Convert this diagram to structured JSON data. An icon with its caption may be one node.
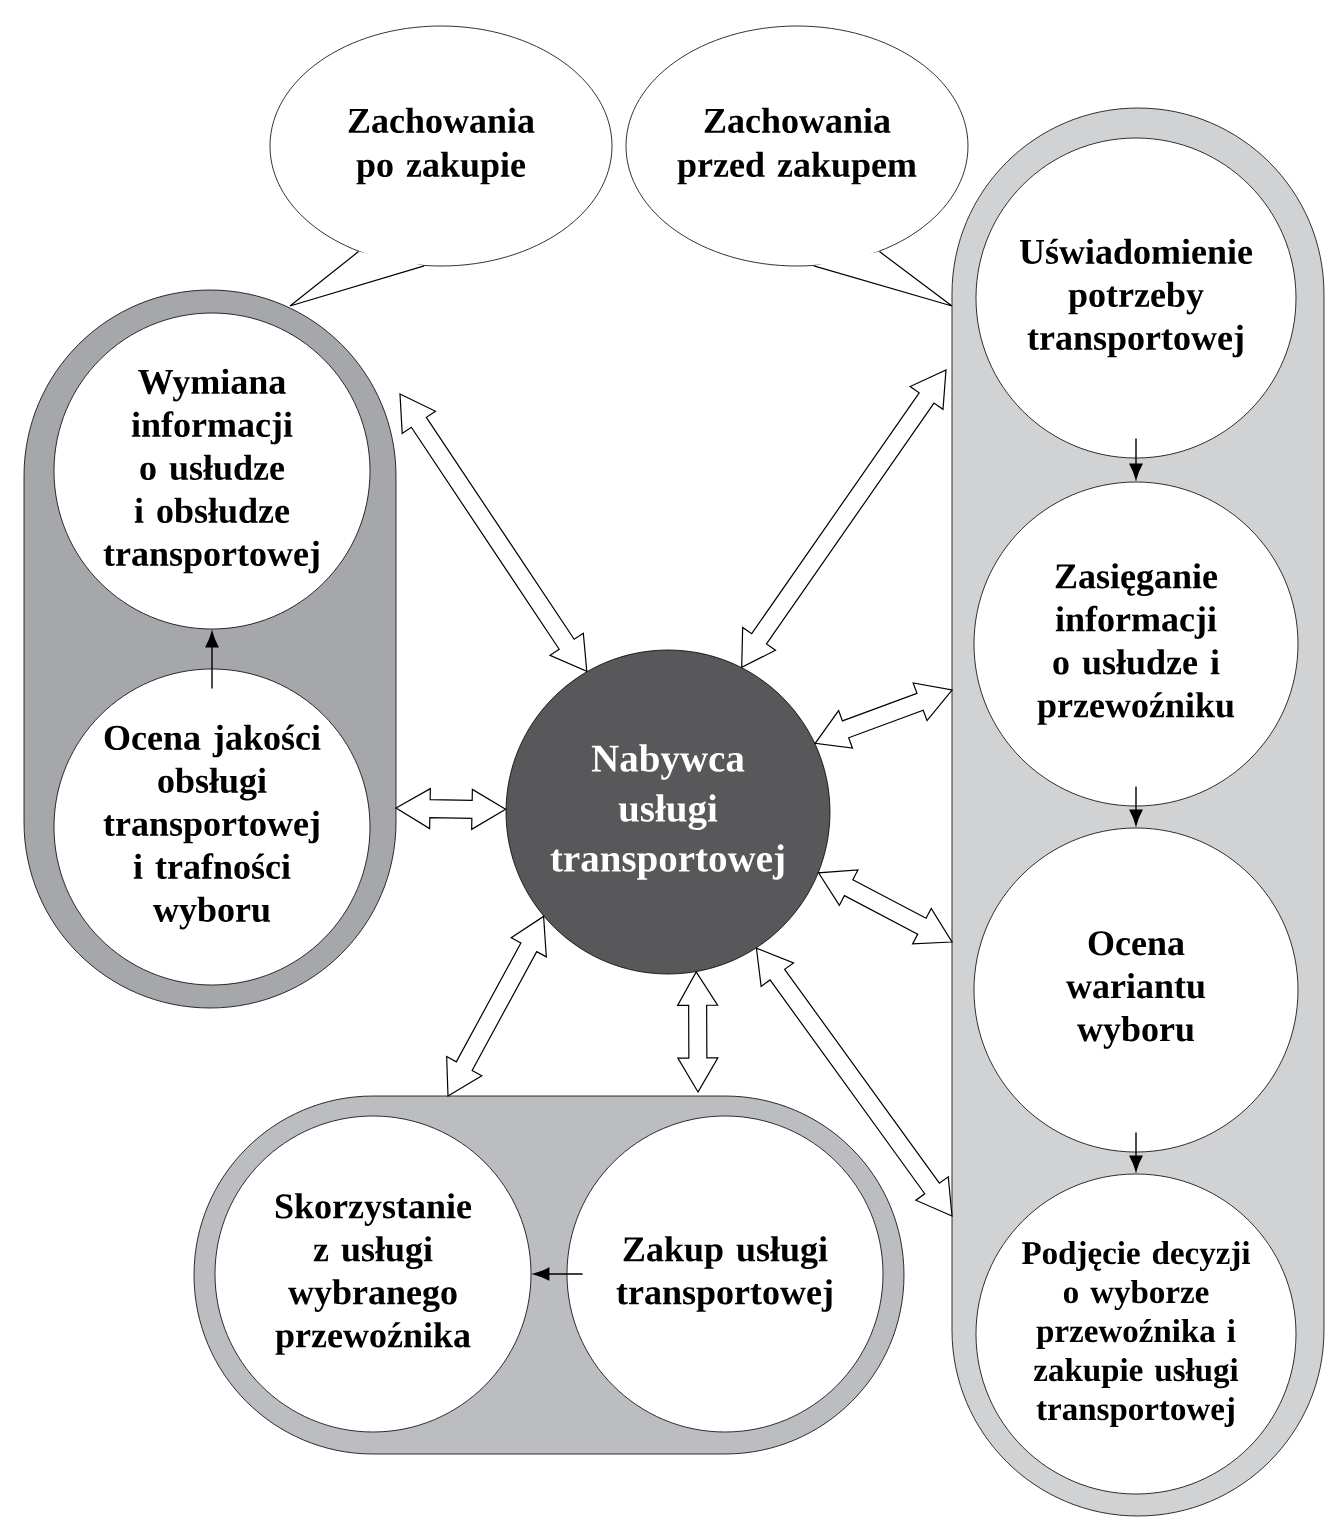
{
  "diagram": {
    "nodes": [
      {
        "text": [
          "Zachowania po zakupie"
        ]
      },
      {
        "text": [
          "Zachowania przed zakupem"
        ]
      },
      {
        "text": [],
        "shape": "capsule"
      },
      {
        "text": [
          "Wymiana informacji o usłudze i obsłudze transportowej"
        ],
        "in": 2
      },
      {
        "text": [
          "Ocena jakości obsługi transportowej i trafności wyboru"
        ],
        "in": 2
      },
      {
        "text": [
          "Nabywca usługi transportowej"
        ]
      },
      {
        "text": [],
        "shape": "capsule"
      },
      {
        "text": [
          "Uświadomienie potrzeby transportowej"
        ],
        "in": 6
      },
      {
        "text": [
          "Zasięganie informacji o usłudze i przewoźniku"
        ],
        "in": 6
      },
      {
        "text": [
          "Ocena wariantu wyboru"
        ],
        "in": 6
      },
      {
        "text": [
          "Podjęcie decyzji o wyborze przewoźnika i zakupie usługi transportowej"
        ],
        "in": 6
      },
      {
        "text": [],
        "shape": "capsule"
      },
      {
        "text": [
          "Skorzystanie z usługi wybranego przewoźnika"
        ],
        "in": 11
      },
      {
        "text": [
          "Zakup usługi transportowej"
        ],
        "in": 11
      }
    ],
    "edges": [
      {
        "from": 0,
        "to": 2,
        "arrow": "none"
      },
      {
        "from": 1,
        "to": 6,
        "arrow": "none"
      },
      {
        "from": 4,
        "to": 3,
        "arrow": "to"
      },
      {
        "from": 7,
        "to": 8,
        "arrow": "to"
      },
      {
        "from": 8,
        "to": 9,
        "arrow": "to"
      },
      {
        "from": 9,
        "to": 10,
        "arrow": "to"
      },
      {
        "from": 13,
        "to": 12,
        "arrow": "to"
      },
      {
        "from": 5,
        "to": 2,
        "arrow": "both",
        "style": "thick"
      },
      {
        "from": 5,
        "to": 2,
        "arrow": "both",
        "style": "thick"
      },
      {
        "from": 5,
        "to": 6,
        "arrow": "both",
        "style": "thick"
      },
      {
        "from": 5,
        "to": 6,
        "arrow": "both",
        "style": "thick"
      },
      {
        "from": 5,
        "to": 6,
        "arrow": "both",
        "style": "thick"
      },
      {
        "from": 5,
        "to": 6,
        "arrow": "both",
        "style": "thick"
      },
      {
        "from": 5,
        "to": 11,
        "arrow": "both",
        "style": "thick"
      },
      {
        "from": 5,
        "to": 11,
        "arrow": "both",
        "style": "thick"
      }
    ]
  }
}
